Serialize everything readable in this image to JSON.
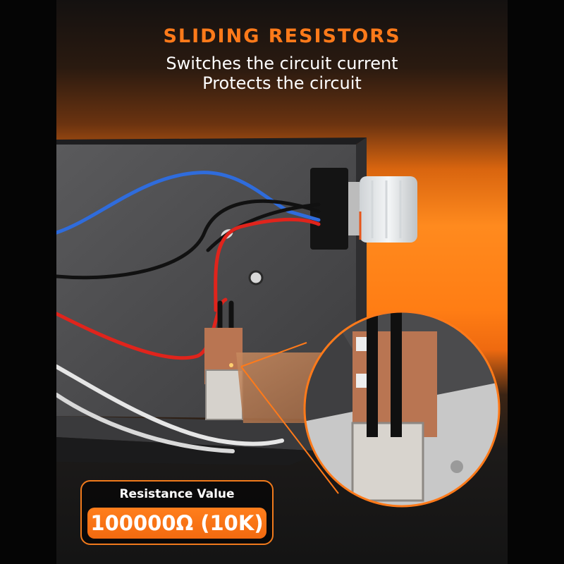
{
  "headline": "SLIDING RESISTORS",
  "subtitle_lines": [
    "Switches the circuit current",
    "Protects the circuit"
  ],
  "badge": {
    "label": "Resistance Value",
    "value": "100000Ω (10K)"
  },
  "colors": {
    "accent": "#ff7a1a",
    "badge_fill": "#f26a10",
    "background_dark": "#0b0b0b",
    "box_metal": "#4a4a4c",
    "wire_blue": "#2f6cdc",
    "wire_red": "#e0241c",
    "knob": "#e8ebee"
  }
}
